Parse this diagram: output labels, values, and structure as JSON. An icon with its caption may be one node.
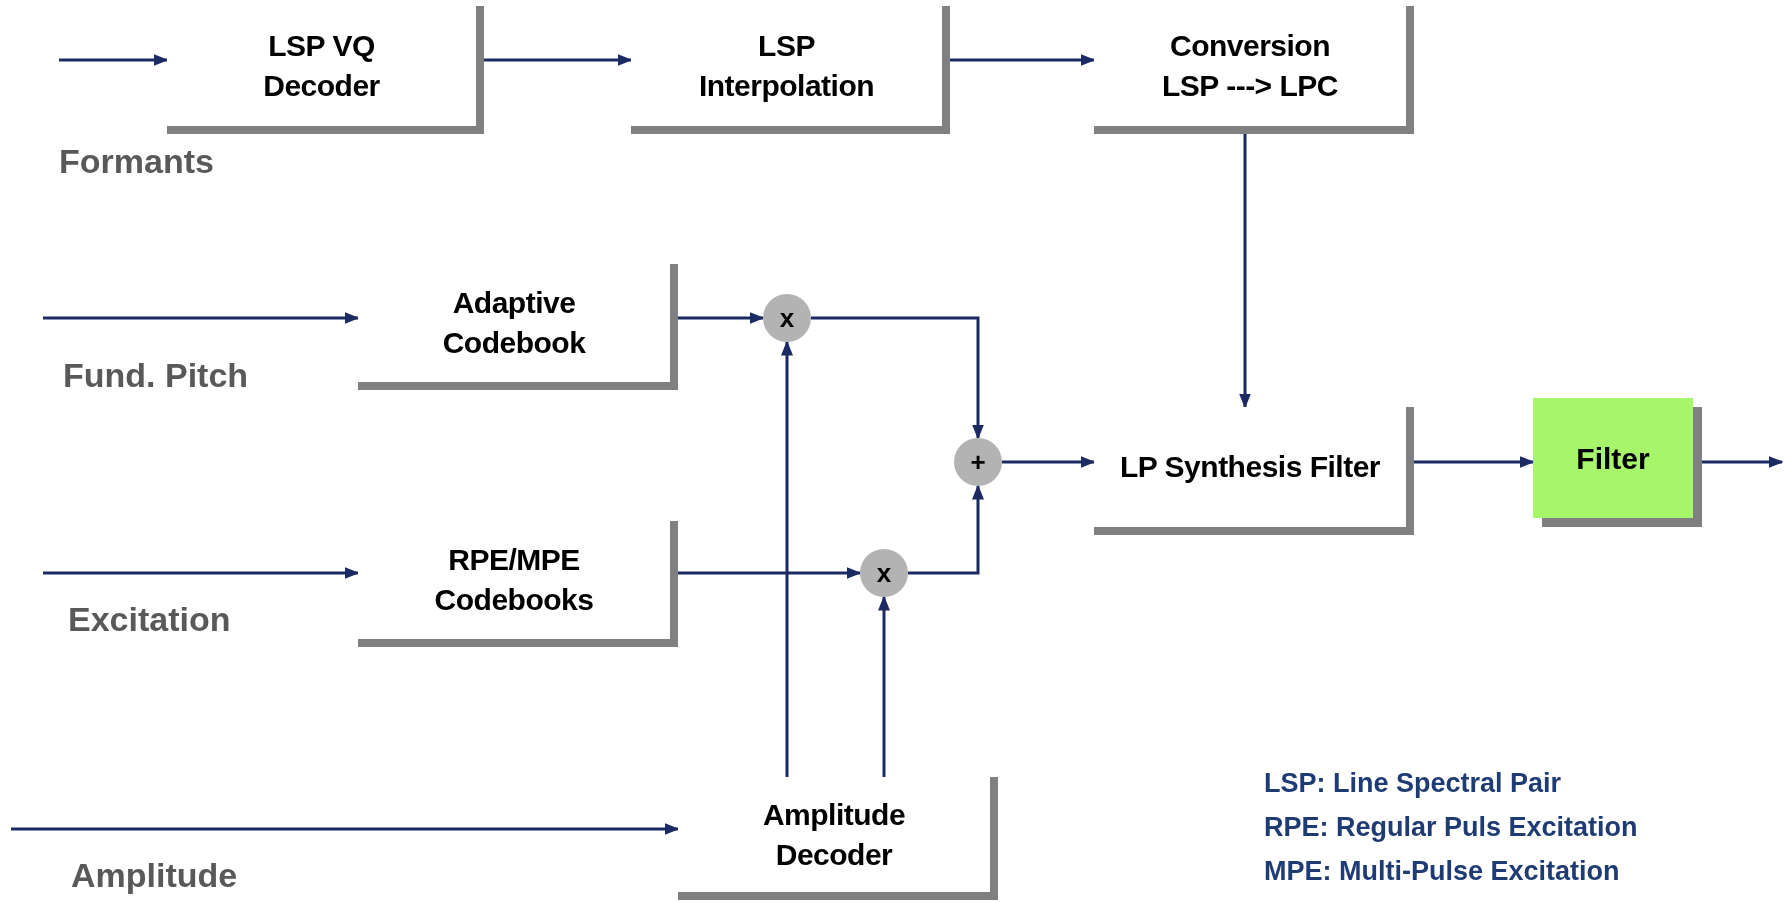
{
  "diagram": {
    "nodes": [
      {
        "text": [
          "LSP VQ Decoder"
        ]
      },
      {
        "text": [
          "LSP Interpolation"
        ]
      },
      {
        "text": [
          "Conversion",
          "LSP ---> LPC"
        ]
      },
      {
        "text": [
          "Adaptive Codebook"
        ]
      },
      {
        "text": [
          "x"
        ]
      },
      {
        "text": [
          "+"
        ]
      },
      {
        "text": [
          "LP Synthesis Filter"
        ]
      },
      {
        "text": [
          "Filter"
        ]
      },
      {
        "text": [
          "RPE/MPE Codebooks"
        ]
      },
      {
        "text": [
          "x"
        ]
      },
      {
        "text": [
          "Amplitude Decoder"
        ]
      }
    ],
    "edges": [
      {
        "from": null,
        "to": 0,
        "arrow": "to"
      },
      {
        "from": 0,
        "to": 1,
        "arrow": "to"
      },
      {
        "from": 1,
        "to": 2,
        "arrow": "to"
      },
      {
        "from": 2,
        "to": 6,
        "arrow": "to"
      },
      {
        "from": null,
        "to": 3,
        "arrow": "to"
      },
      {
        "from": 3,
        "to": 4,
        "arrow": "to"
      },
      {
        "from": 4,
        "to": 5,
        "arrow": "to"
      },
      {
        "from": null,
        "to": 8,
        "arrow": "to"
      },
      {
        "from": 8,
        "to": 9,
        "arrow": "to"
      },
      {
        "from": 9,
        "to": 5,
        "arrow": "to"
      },
      {
        "from": 5,
        "to": 6,
        "arrow": "to"
      },
      {
        "from": 6,
        "to": 7,
        "arrow": "to"
      },
      {
        "from": 7,
        "to": null,
        "arrow": "to"
      },
      {
        "from": null,
        "to": 10,
        "arrow": "to"
      },
      {
        "from": 10,
        "to": 4,
        "arrow": "to"
      },
      {
        "from": 10,
        "to": 9,
        "arrow": "to"
      }
    ],
    "labels": [
      "Formants",
      "Fund. Pitch",
      "Excitation",
      "Amplitude",
      "LSP: Line Spectral Pair",
      "RPE: Regular Puls Excitation",
      "MPE: Multi-Pulse Excitation"
    ]
  }
}
